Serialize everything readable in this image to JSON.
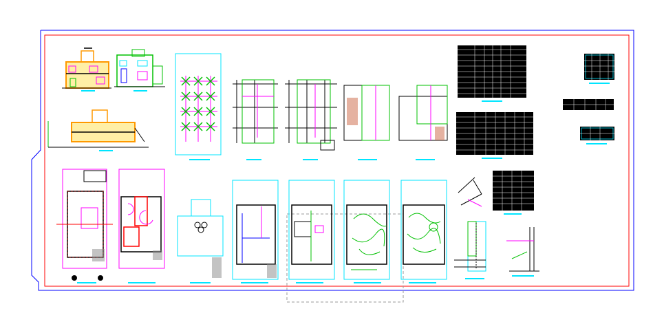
{
  "drawing": {
    "colors": {
      "outer_border": "#0000ff",
      "inner_border": "#ff0000",
      "caption_bar": "#00e5ff",
      "walls": "#000000",
      "grid": "#ff00ff",
      "green_detail": "#00c000",
      "outline_cyan": "#00e5ff",
      "elevation_orange": "#ff9900",
      "elevation_yellow": "#ffd000",
      "selection_gray": "#999999"
    },
    "sheets": [
      {
        "id": "elevation-front",
        "kind": "elevation"
      },
      {
        "id": "elevation-side",
        "kind": "elevation"
      },
      {
        "id": "section",
        "kind": "section"
      },
      {
        "id": "foundation-plan",
        "kind": "structural"
      },
      {
        "id": "beam-plan-1",
        "kind": "structural"
      },
      {
        "id": "beam-plan-2",
        "kind": "structural"
      },
      {
        "id": "roof-plan-1",
        "kind": "roof"
      },
      {
        "id": "roof-plan-2",
        "kind": "roof"
      },
      {
        "id": "schedule-table-1",
        "kind": "table"
      },
      {
        "id": "schedule-table-2",
        "kind": "table"
      },
      {
        "id": "legend-table-1",
        "kind": "table"
      },
      {
        "id": "legend-table-2",
        "kind": "table"
      },
      {
        "id": "legend-table-3",
        "kind": "table"
      },
      {
        "id": "site-plan",
        "kind": "floor"
      },
      {
        "id": "ground-floor-plan",
        "kind": "floor"
      },
      {
        "id": "upper-plan",
        "kind": "floor"
      },
      {
        "id": "plumbing-plan",
        "kind": "services"
      },
      {
        "id": "sanitary-plan",
        "kind": "services"
      },
      {
        "id": "electrical-plan-1",
        "kind": "services"
      },
      {
        "id": "electrical-plan-2",
        "kind": "services"
      },
      {
        "id": "detail-note",
        "kind": "detail"
      },
      {
        "id": "detail-table",
        "kind": "table"
      },
      {
        "id": "stair-detail",
        "kind": "detail"
      },
      {
        "id": "wall-detail",
        "kind": "detail"
      }
    ]
  }
}
